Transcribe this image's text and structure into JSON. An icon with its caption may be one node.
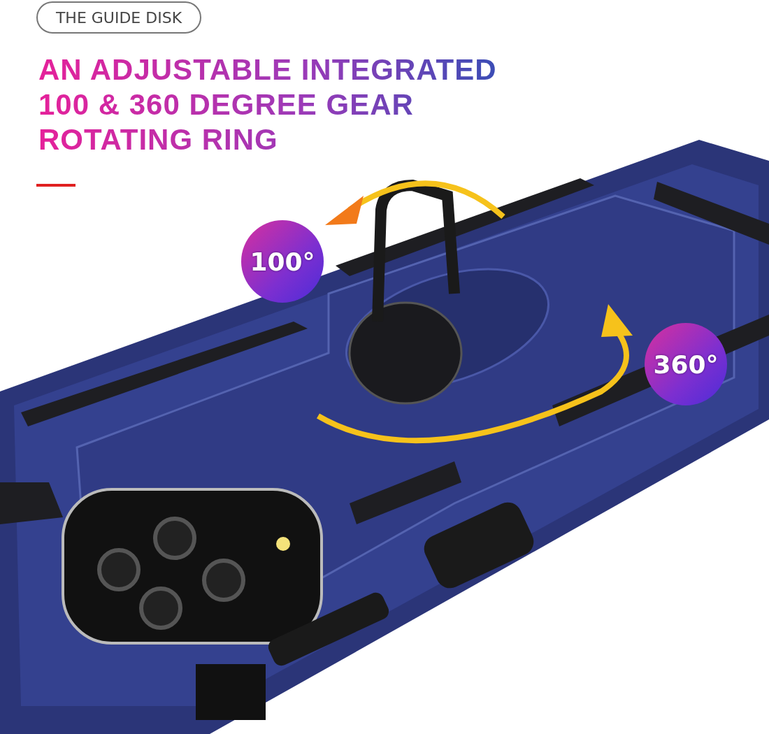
{
  "diagram": {
    "title": "AN ADJUSTABLE INTEGRATED 100 & 360 DEGREE GEAR ROTATING RING",
    "nodes": [
      {
        "text": [
          "THE GUIDE DISK"
        ]
      },
      {
        "text": [
          "100°"
        ]
      },
      {
        "text": [
          "360°"
        ]
      }
    ]
  }
}
